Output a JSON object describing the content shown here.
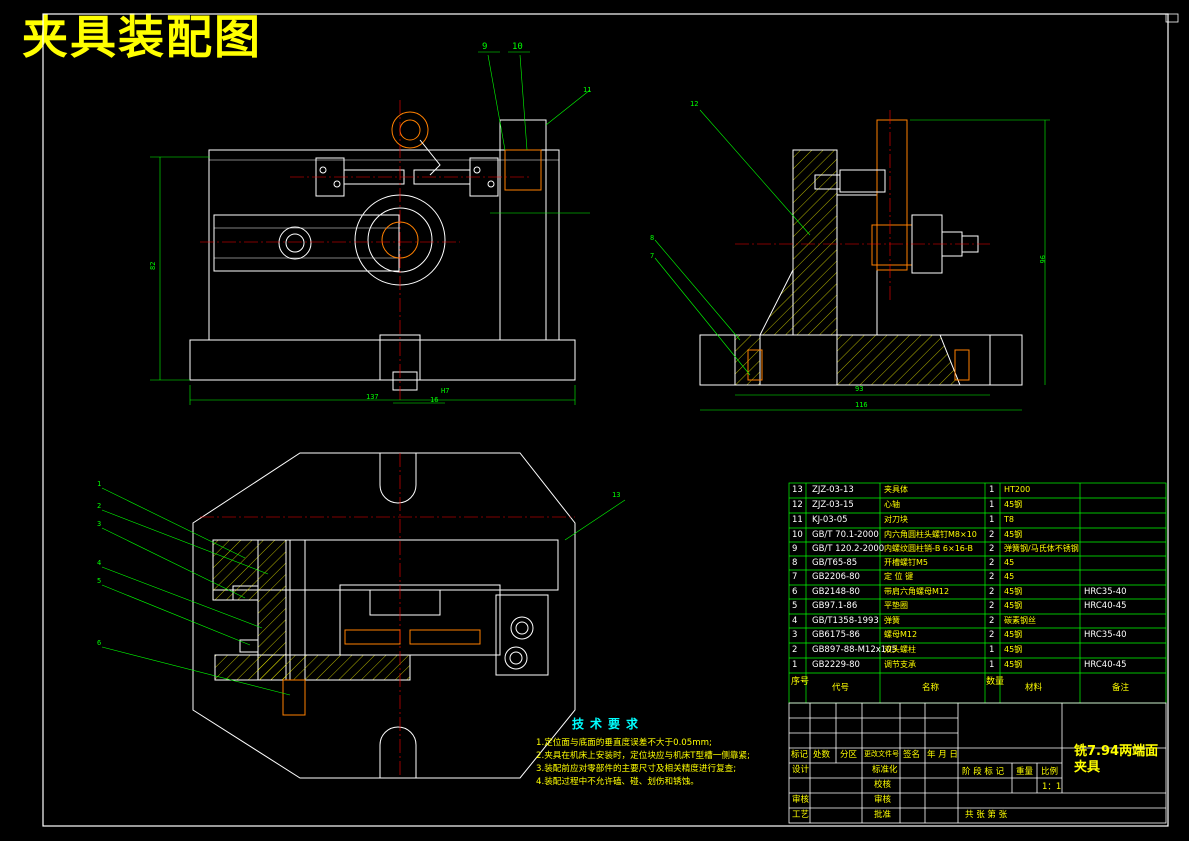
{
  "drawing": {
    "title": "夹具装配图",
    "balloons_top": [
      "9",
      "10",
      "11",
      "12"
    ],
    "balloons_left": [
      "1",
      "2",
      "3",
      "4",
      "5",
      "6",
      "7",
      "8",
      "13"
    ],
    "dimensions": {
      "front_width": "137",
      "front_height": "82",
      "slot": "16",
      "slot_tol": "H7",
      "side_width_inner": "93",
      "side_width_outer": "116",
      "side_height": "96"
    }
  },
  "tech_requirements": {
    "title": "技术要求",
    "items": [
      "1.定位面与底面的垂直度误差不大于0.05mm;",
      "2.夹具在机床上安装时，定位块应与机床T型槽一侧靠紧;",
      "3.装配前应对零部件的主要尺寸及相关精度进行复查;",
      "4.装配过程中不允许磕、碰、划伤和锈蚀。"
    ]
  },
  "parts_list": {
    "headers": {
      "no": "序号",
      "code": "代号",
      "name": "名称",
      "qty": "数量",
      "material": "材料",
      "remark": "备注"
    },
    "rows": [
      {
        "no": "13",
        "code": "ZJZ-03-13",
        "name": "夹具体",
        "qty": "1",
        "material": "HT200",
        "remark": ""
      },
      {
        "no": "12",
        "code": "ZJZ-03-15",
        "name": "心轴",
        "qty": "1",
        "material": "45钢",
        "remark": ""
      },
      {
        "no": "11",
        "code": "KJ-03-05",
        "name": "对刀块",
        "qty": "1",
        "material": "T8",
        "remark": ""
      },
      {
        "no": "10",
        "code": "GB/T 70.1-2000",
        "name": "内六角圆柱头螺钉M8×10",
        "qty": "2",
        "material": "45钢",
        "remark": ""
      },
      {
        "no": "9",
        "code": "GB/T 120.2-2000",
        "name": "内螺纹圆柱销-B 6×16-B",
        "qty": "2",
        "material": "弹簧钢/马氏体不锈钢",
        "remark": ""
      },
      {
        "no": "8",
        "code": "GB/T65-85",
        "name": "开槽螺钉M5",
        "qty": "2",
        "material": "45",
        "remark": ""
      },
      {
        "no": "7",
        "code": "GB2206-80",
        "name": "定 位 键",
        "qty": "2",
        "material": "45",
        "remark": ""
      },
      {
        "no": "6",
        "code": "GB2148-80",
        "name": "带肩六角螺母M12",
        "qty": "2",
        "material": "45钢",
        "remark": "HRC35-40"
      },
      {
        "no": "5",
        "code": "GB97.1-86",
        "name": "平垫圈",
        "qty": "2",
        "material": "45钢",
        "remark": "HRC40-45"
      },
      {
        "no": "4",
        "code": "GB/T1358-1993",
        "name": "弹簧",
        "qty": "2",
        "material": "碳素钢丝",
        "remark": ""
      },
      {
        "no": "3",
        "code": "GB6175-86",
        "name": "螺母M12",
        "qty": "2",
        "material": "45钢",
        "remark": "HRC35-40"
      },
      {
        "no": "2",
        "code": "GB897-88-M12x105",
        "name": "双头螺柱",
        "qty": "1",
        "material": "45钢",
        "remark": ""
      },
      {
        "no": "1",
        "code": "GB2229-80",
        "name": "调节支承",
        "qty": "1",
        "material": "45钢",
        "remark": "HRC40-45"
      }
    ]
  },
  "title_block": {
    "drawing_name_line1": "铣7.94两端面",
    "drawing_name_line2": "夹具",
    "labels": {
      "mark": "标记",
      "count": "处数",
      "zone": "分区",
      "doc_no": "更改文件号",
      "sign": "签名",
      "date": "年 月 日",
      "design": "设计",
      "standardize": "标准化",
      "check": "校核",
      "process": "工艺",
      "audit": "审核",
      "approve": "批准",
      "stage": "阶 段 标 记",
      "weight": "重量",
      "scale_label": "比例",
      "sheet": "共    张  第    张"
    },
    "scale": "1：1"
  },
  "colors": {
    "outline": "#ffffff",
    "dimension": "#00ff00",
    "centerline": "#ff0000",
    "hatch": "#ffff00",
    "fastener": "#ff8000",
    "text": "#ffff00",
    "title": "#ffff00"
  }
}
